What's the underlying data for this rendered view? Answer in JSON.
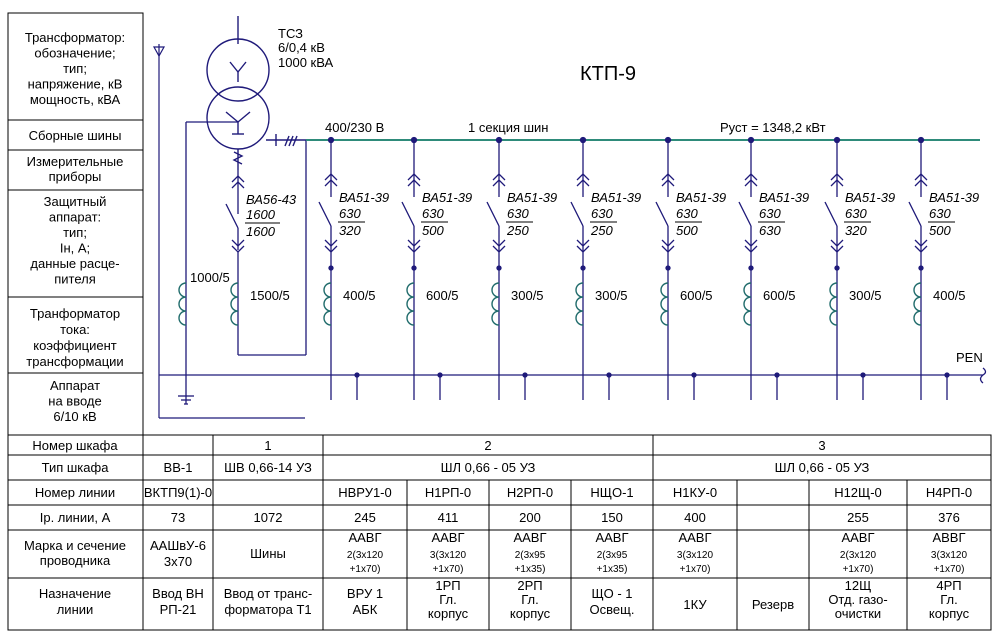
{
  "title": "КТП-9",
  "transformer": {
    "name": "ТСЗ",
    "voltage": "6/0,4 кВ",
    "power": "1000 кВА"
  },
  "bus": {
    "voltage": "400/230 В",
    "section": "1 секция шин",
    "power": "Руст = 1348,2 кВт",
    "pen": "PEN"
  },
  "incoming": {
    "breaker": {
      "type": "ВА56-43",
      "in": "1600",
      "set": "1600"
    },
    "ct_main": "1500/5",
    "ct_aux": "1000/5"
  },
  "feeders": [
    {
      "breaker": {
        "type": "ВА51-39",
        "in": "630",
        "set": "320"
      },
      "ct": "400/5"
    },
    {
      "breaker": {
        "type": "ВА51-39",
        "in": "630",
        "set": "500"
      },
      "ct": "600/5"
    },
    {
      "breaker": {
        "type": "ВА51-39",
        "in": "630",
        "set": "250"
      },
      "ct": "300/5"
    },
    {
      "breaker": {
        "type": "ВА51-39",
        "in": "630",
        "set": "250"
      },
      "ct": "300/5"
    },
    {
      "breaker": {
        "type": "ВА51-39",
        "in": "630",
        "set": "500"
      },
      "ct": "600/5"
    },
    {
      "breaker": {
        "type": "ВА51-39",
        "in": "630",
        "set": "630"
      },
      "ct": "600/5"
    },
    {
      "breaker": {
        "type": "ВА51-39",
        "in": "630",
        "set": "320"
      },
      "ct": "300/5"
    },
    {
      "breaker": {
        "type": "ВА51-39",
        "in": "630",
        "set": "500"
      },
      "ct": "400/5"
    }
  ],
  "left_labels": {
    "transformer": [
      "Трансформатор:",
      "обозначение;",
      "тип;",
      "напряжение, кВ",
      "мощность, кВА"
    ],
    "busbars": [
      "Сборные шины"
    ],
    "meters": [
      "Измерительные",
      "приборы"
    ],
    "protection": [
      "Защитный",
      "аппарат:",
      "тип;",
      "Iн, А;",
      "данные расце-",
      "пителя"
    ],
    "ct": [
      "Транформатор",
      "тока:",
      "коэффициент",
      "трансформации"
    ],
    "input": [
      "Аппарат",
      "на вводе",
      "6/10 кВ"
    ]
  },
  "table": {
    "rows": {
      "cabinet_no": "Номер шкафа",
      "cabinet_type": "Тип шкафа",
      "line_no": "Номер линии",
      "current": "Iр. линии, А",
      "cable": [
        "Марка и сечение",
        "проводника"
      ],
      "purpose": [
        "Назначение",
        "линии"
      ]
    },
    "cabinet_numbers": [
      "1",
      "2",
      "3"
    ],
    "cabinet_types": [
      "ВВ-1",
      "ШВ 0,66-14 УЗ",
      "ШЛ 0,66 - 05 УЗ",
      "ШЛ 0,66 - 05 УЗ"
    ],
    "line_numbers": [
      "ВКТП9(1)-0",
      "",
      "НВРУ1-0",
      "Н1РП-0",
      "Н2РП-0",
      "НЩО-1",
      "Н1КУ-0",
      "",
      "Н12Щ-0",
      "Н4РП-0"
    ],
    "currents": [
      "73",
      "1072",
      "245",
      "411",
      "200",
      "150",
      "400",
      "",
      "255",
      "376"
    ],
    "cables": [
      [
        "ААШвУ-6",
        "3х70"
      ],
      [
        "Шины"
      ],
      [
        "ААВГ",
        "2(3х120",
        "+1х70)"
      ],
      [
        "ААВГ",
        "3(3х120",
        "+1х70)"
      ],
      [
        "ААВГ",
        "2(3х95",
        "+1х35)"
      ],
      [
        "ААВГ",
        "2(3х95",
        "+1х35)"
      ],
      [
        "ААВГ",
        "3(3х120",
        "+1х70)"
      ],
      [],
      [
        "ААВГ",
        "2(3х120",
        "+1х70)"
      ],
      [
        "АВВГ",
        "3(3х120",
        "+1х70)"
      ]
    ],
    "purposes": [
      [
        "Ввод ВН",
        "РП-21"
      ],
      [
        "Ввод от транс-",
        "форматора Т1"
      ],
      [
        "ВРУ 1",
        "АБК"
      ],
      [
        "1РП",
        "Гл.",
        "корпус"
      ],
      [
        "2РП",
        "Гл.",
        "корпус"
      ],
      [
        "ЩО - 1",
        "Освещ."
      ],
      [
        "1КУ"
      ],
      [
        "Резерв"
      ],
      [
        "12Щ",
        "Отд. газо-",
        "очистки"
      ],
      [
        "4РП",
        "Гл.",
        "корпус"
      ]
    ]
  },
  "colors": {
    "line": "#1f1a7a",
    "bus": "#2e8b7a",
    "ct_coil": "#1f6b6b",
    "border": "#000000"
  }
}
